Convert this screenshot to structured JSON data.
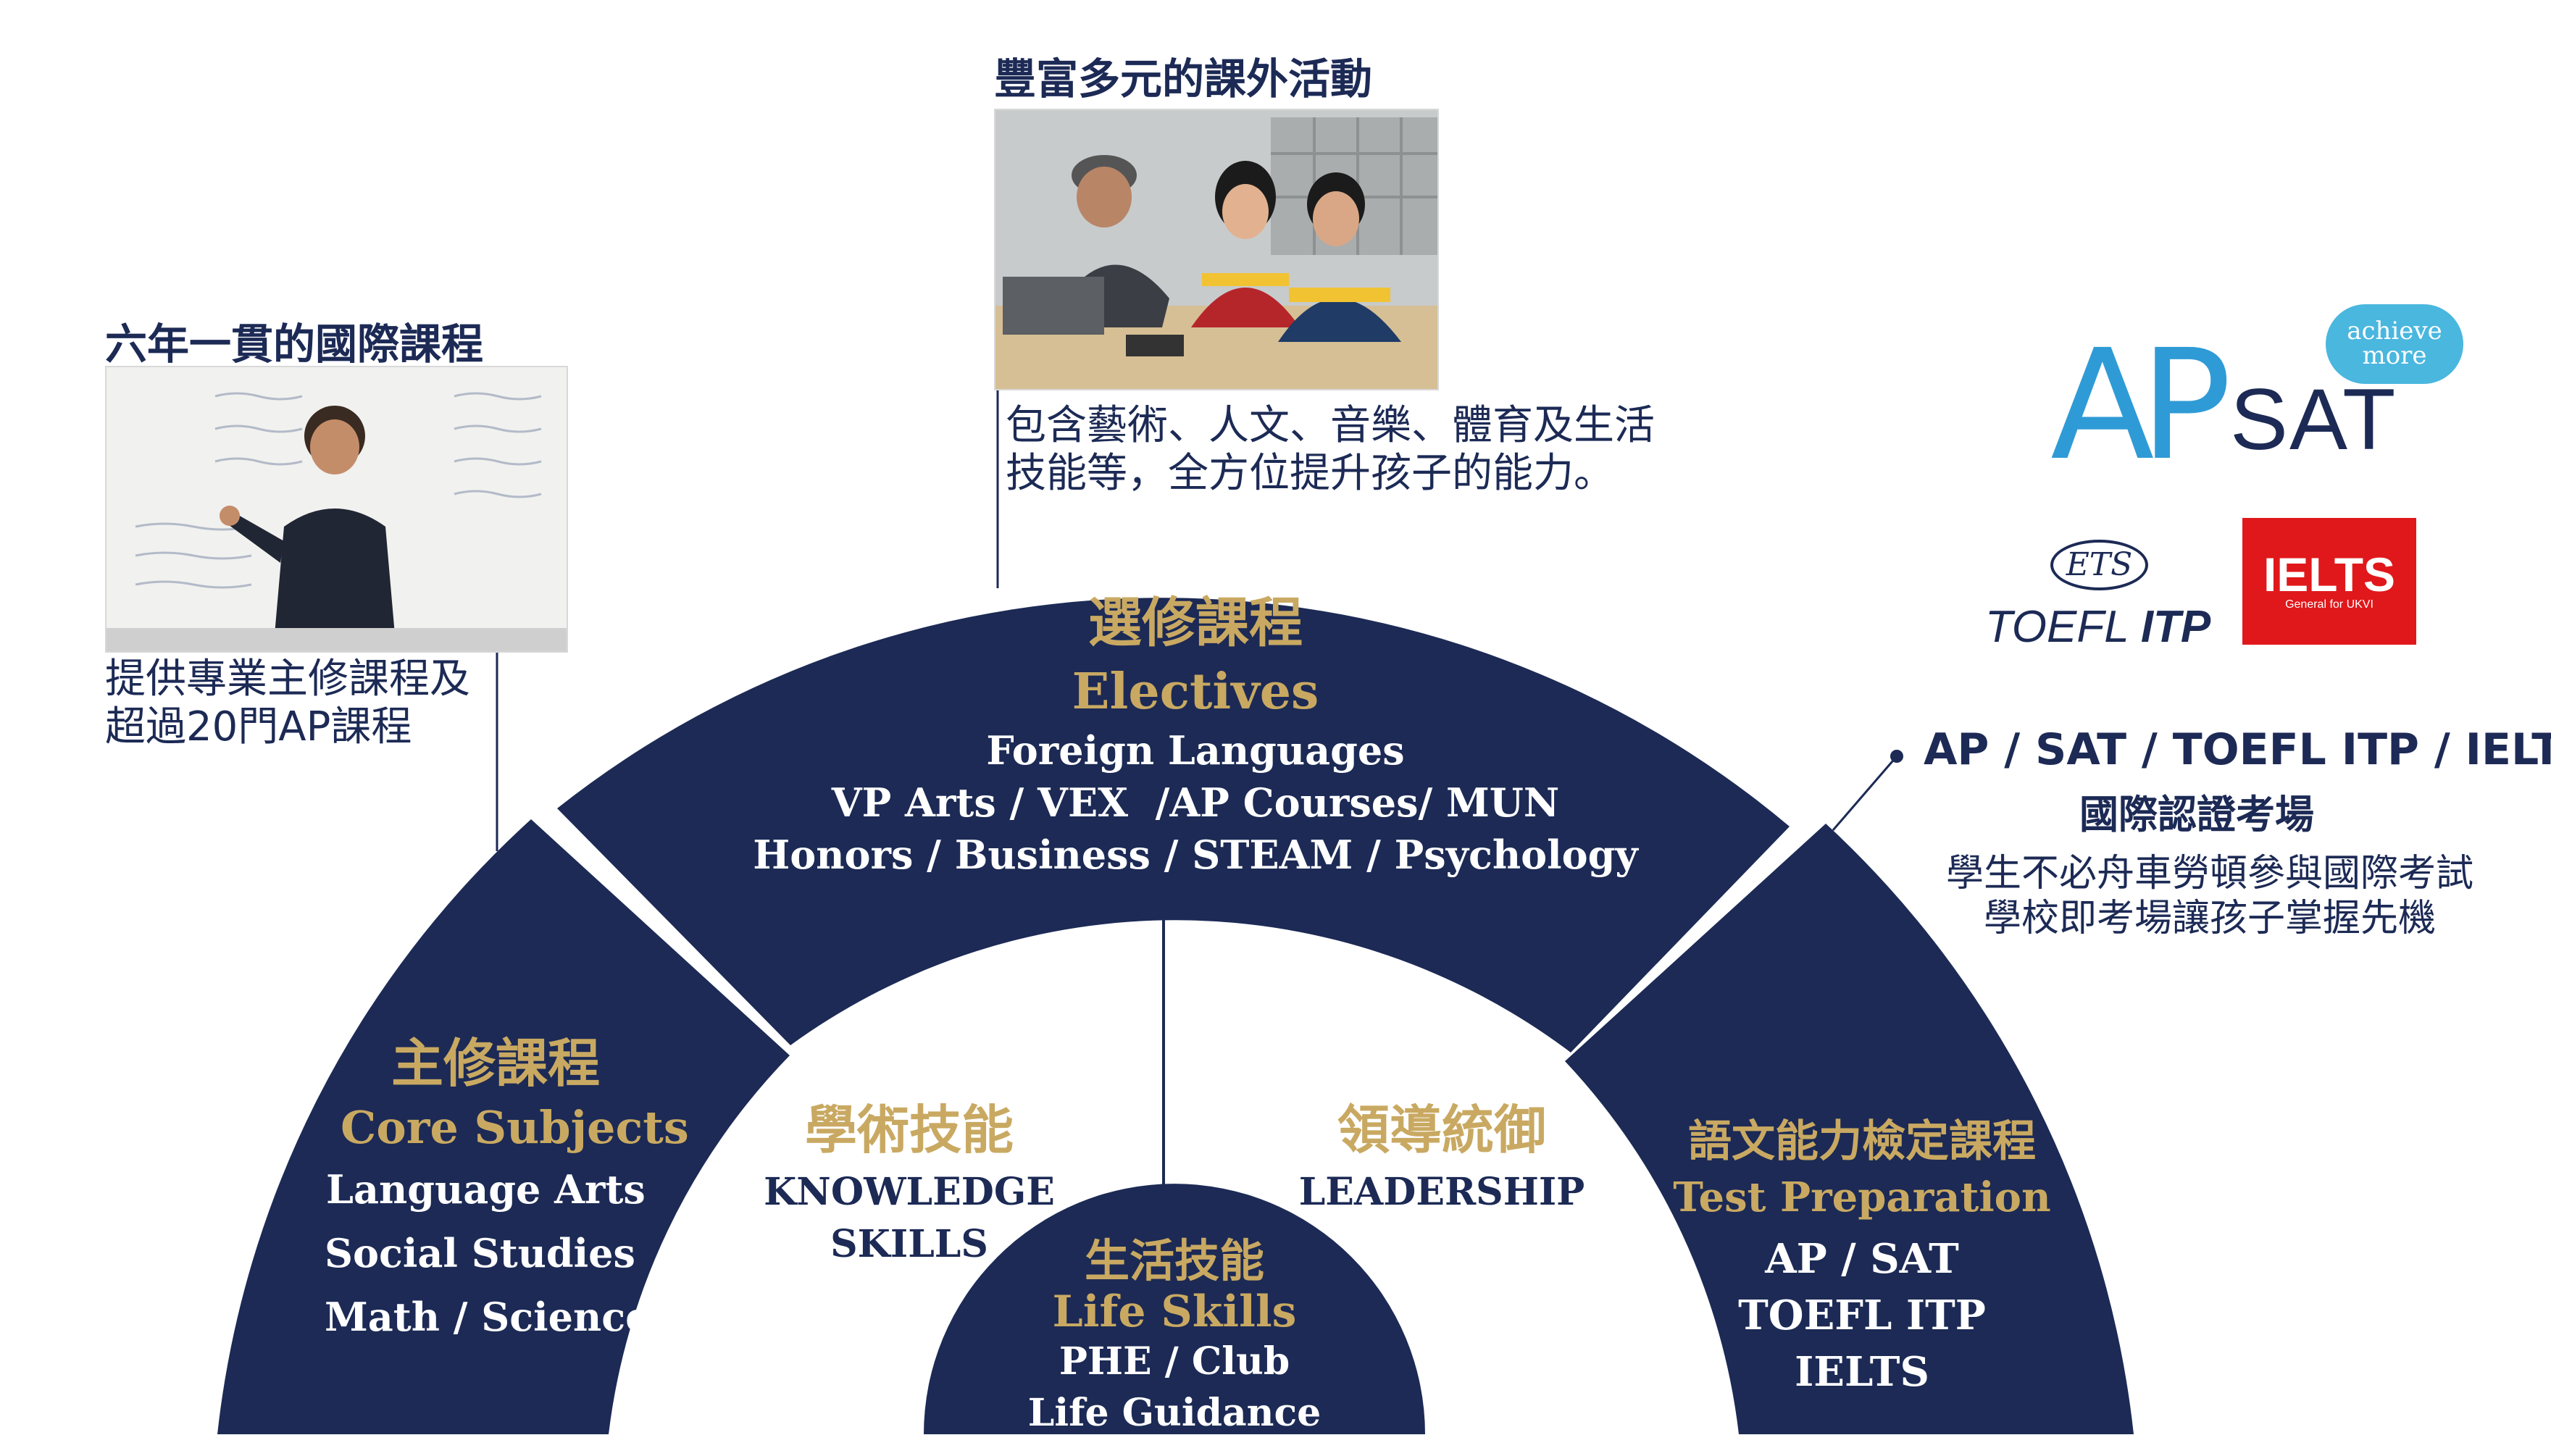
{
  "left_card": {
    "title": "六年一貫的國際課程",
    "caption_line1": "提供專業主修課程及",
    "caption_line2": "超過20門AP課程"
  },
  "top_card": {
    "title": "豐富多元的課外活動",
    "caption_line1": "包含藝術、人文、音樂、體育及生活",
    "caption_line2": "技能等，全方位提升孩子的能力。"
  },
  "logos": {
    "ap_text": "AP",
    "sat_text": "SAT",
    "achieve_more": [
      "achieve",
      "more"
    ],
    "ets_text": "ETS",
    "toefl_text": "TOEFL",
    "itp_text": "ITP",
    "ielts_text": "IELTS",
    "ielts_sub": "General for UKVI"
  },
  "right_info": {
    "title": "AP / SAT / TOEFL ITP / IELTS",
    "subtitle": "國際認證考場",
    "line1": "學生不必舟車勞頓參與國際考試",
    "line2": "學校即考場讓孩子掌握先機"
  },
  "arc": {
    "electives": {
      "zh": "選修課程",
      "en": "Electives",
      "items": [
        "Foreign Languages",
        "VP Arts / VEX  /AP Courses/ MUN",
        "Honors / Business / STEAM / Psychology"
      ]
    },
    "core": {
      "zh": "主修課程",
      "en": "Core Subjects",
      "items": [
        "Language Arts",
        "Social Studies",
        "Math / Science"
      ]
    },
    "test_prep": {
      "zh": "語文能力檢定課程",
      "en": "Test Preparation",
      "items": [
        "AP / SAT",
        "TOEFL ITP",
        "IELTS"
      ]
    },
    "knowledge": {
      "zh": "學術技能",
      "en_lines": [
        "KNOWLEDGE",
        "SKILLS"
      ]
    },
    "leadership": {
      "zh": "領導統御",
      "en_lines": [
        "LEADERSHIP"
      ]
    },
    "life": {
      "zh": "生活技能",
      "en": "Life Skills",
      "items": [
        "PHE / Club",
        "Life Guidance"
      ]
    }
  },
  "colors": {
    "navy": "#1c2a55",
    "gold": "#c9a962",
    "ap_blue": "#2f9bd6",
    "ap_green": "#8cc63f",
    "ielts_red": "#e0181b"
  }
}
